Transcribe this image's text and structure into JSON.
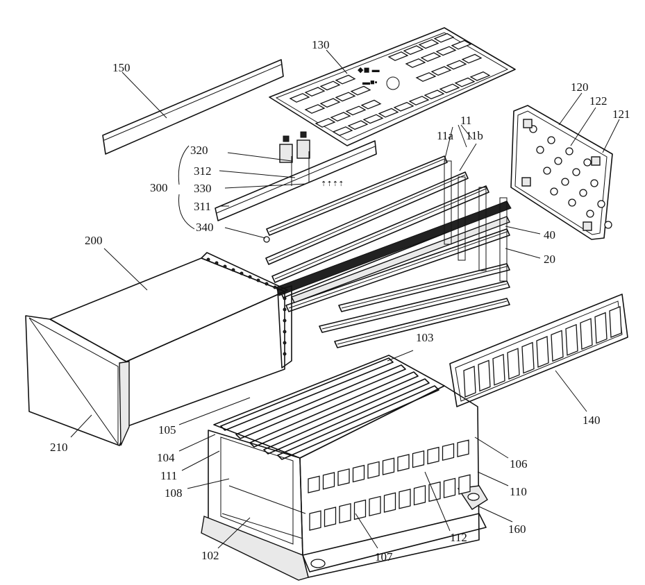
{
  "labels": {
    "l150": "150",
    "l130": "130",
    "l120": "120",
    "l122": "122",
    "l121": "121",
    "l11": "11",
    "l11a": "11a",
    "l11b": "11b",
    "l320": "320",
    "l312": "312",
    "l300": "300",
    "l330": "330",
    "l311": "311",
    "l340": "340",
    "l200": "200",
    "l40": "40",
    "l20": "20",
    "l103": "103",
    "l210": "210",
    "l105": "105",
    "l140": "140",
    "l104": "104",
    "l111": "111",
    "l108": "108",
    "l106": "106",
    "l110": "110",
    "l160": "160",
    "l102": "102",
    "l112": "112",
    "l107": "107"
  }
}
